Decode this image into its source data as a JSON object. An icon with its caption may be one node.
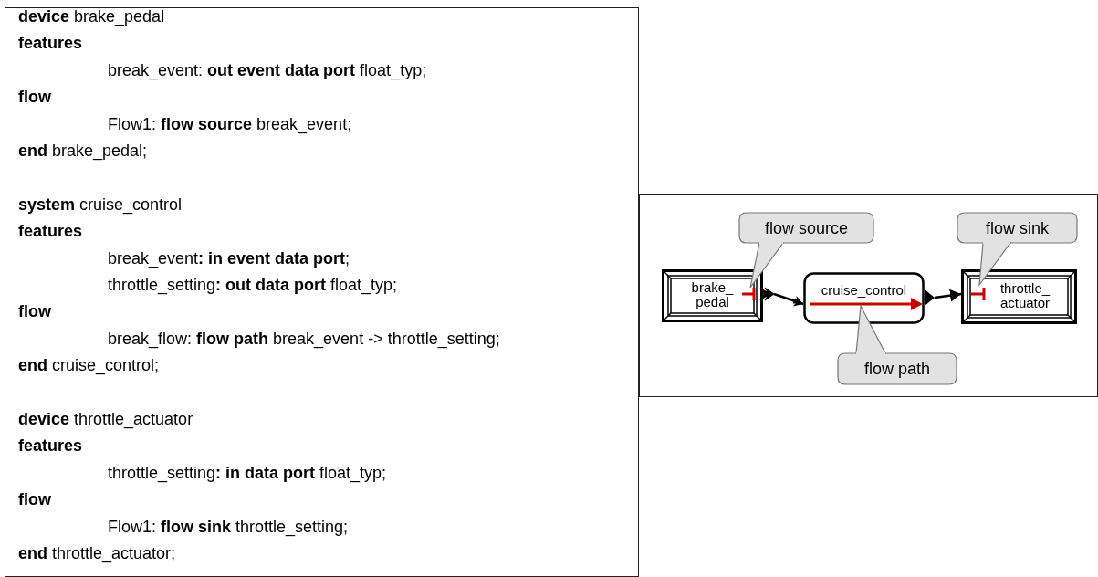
{
  "diagram": {
    "nodes": [
      {
        "text": [
          "brake_ pedal"
        ]
      },
      {
        "text": [
          "cruise_control"
        ]
      },
      {
        "text": [
          "throttle_ actuator"
        ]
      },
      {
        "text": [
          "flow source"
        ]
      },
      {
        "text": [
          "flow sink"
        ]
      },
      {
        "text": [
          "flow path"
        ]
      }
    ],
    "edges": [
      {
        "from": 0,
        "to": 1,
        "arrow": "to"
      },
      {
        "from": 1,
        "to": 2,
        "arrow": "to"
      }
    ],
    "labels": [
      "**device** brake_pedal",
      "**features**",
      "break_event: **out event data port** float_typ;",
      "**flow**",
      "Flow1: **flow source** break_event;",
      "**end** brake_pedal;",
      "**system** cruise_control",
      "**features**",
      "break_event**: in event data port**;",
      "throttle_setting**: out data port** float_typ;",
      "**flow**",
      "break_flow: **flow path** break_event -> throttle_setting;",
      "**end** cruise_control;",
      "**device** throttle_actuator",
      "**features**",
      "throttle_setting**: in data port** float_typ;",
      "**flow**",
      "Flow1: **flow sink** throttle_setting;",
      "**end** throttle_actuator;"
    ]
  }
}
